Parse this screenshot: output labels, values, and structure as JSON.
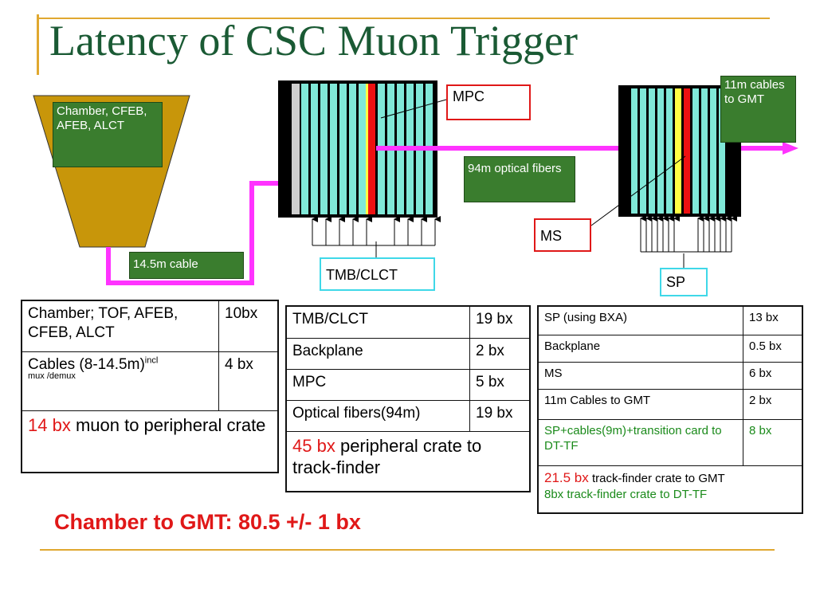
{
  "title": "Latency of CSC Muon Trigger",
  "diagram": {
    "chamber_label": "Chamber, CFEB, AFEB, ALCT",
    "cable_label": "14.5m cable",
    "mpc_label": "MPC",
    "tmb_label": "TMB/CLCT",
    "optical_label": "94m optical fibers",
    "ms_label": "MS",
    "sp_label": "SP",
    "gmt_label": "11m cables to GMT"
  },
  "table_chamber": {
    "rows": [
      {
        "label": "Chamber; TOF, AFEB, CFEB, ALCT",
        "value": "10bx"
      },
      {
        "label": "Cables (8-14.5m)",
        "sup": "incl",
        "note": "mux /demux",
        "value": "4 bx"
      }
    ],
    "total_value": "14 bx",
    "total_text": "muon to peripheral crate"
  },
  "table_peripheral": {
    "rows": [
      {
        "label": "TMB/CLCT",
        "value": "19 bx"
      },
      {
        "label": "Backplane",
        "value": "2 bx"
      },
      {
        "label": "MPC",
        "value": "5 bx"
      },
      {
        "label": "Optical fibers(94m)",
        "value": "19 bx"
      }
    ],
    "total_value": "45 bx",
    "total_text": "peripheral crate to track-finder"
  },
  "table_trackfinder": {
    "rows": [
      {
        "label": "SP (using BXA)",
        "value": "13 bx"
      },
      {
        "label": "Backplane",
        "value": "0.5 bx"
      },
      {
        "label": "MS",
        "value": "6 bx"
      },
      {
        "label": "11m Cables to GMT",
        "value": "2 bx"
      },
      {
        "label": "SP+cables(9m)+transition card to DT-TF",
        "value": "8 bx"
      }
    ],
    "total_value": "21.5 bx",
    "total_text": "track-finder crate to GMT",
    "total2_text": "8bx track-finder crate to DT-TF"
  },
  "summary": "Chamber to GMT: 80.5 +/- 1 bx",
  "colors": {
    "title": "#1a5a34",
    "chamber_fill": "#c8960a",
    "label_box": "#3a7d2e",
    "magenta_line": "#ff33ff",
    "board": "#80e8d8",
    "mpc_board": "#ee1111",
    "ms_board": "#ffff44",
    "highlight": "#e01818",
    "callout_cyan": "#3fd8e8",
    "rule": "#e0a830"
  }
}
